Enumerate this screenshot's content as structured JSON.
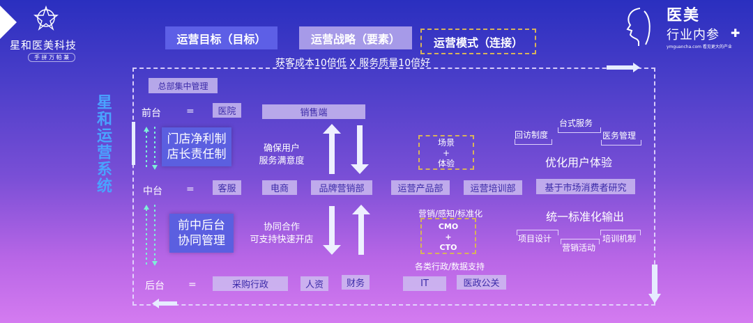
{
  "brand": {
    "name": "星和医美科技",
    "tagline": "手 拼 万 帕 兼"
  },
  "right_logo": {
    "line1": "医美",
    "line2": "行业内参",
    "plus": "✚",
    "url": "ymguancha.com 看见更大的产业"
  },
  "header_tabs": [
    {
      "label": "运营目标（目标）"
    },
    {
      "label": "运营战略（要素）"
    },
    {
      "label": "运营模式（连接）"
    }
  ],
  "slogan": "获客成本10倍低 X 服务质量10倍好",
  "vertical_title": "星和运营系统",
  "hq_label": "总部集中管理",
  "rows": {
    "front": {
      "name": "前台",
      "eq": "="
    },
    "middle": {
      "name": "中台",
      "eq": "="
    },
    "back": {
      "name": "后台",
      "eq": "="
    }
  },
  "front_boxes": {
    "hospital": "医院",
    "sales": "销售端"
  },
  "middle_boxes": [
    "客服",
    "电商",
    "品牌营销部",
    "运营产品部",
    "运营培训部",
    "基于市场消费者研究"
  ],
  "back_boxes": [
    "采购行政",
    "人资",
    "财务",
    "IT",
    "医政公关"
  ],
  "blue_cards": {
    "top": {
      "line1": "门店净利制",
      "line2": "店长责任制"
    },
    "bottom": {
      "line1": "前中后台",
      "line2": "协同管理"
    }
  },
  "notes": {
    "ensure_line1": "确保用户",
    "ensure_line2": "服务满意度",
    "coop_line1": "协同合作",
    "coop_line2": "可支持快速开店"
  },
  "scene_box": {
    "line1": "场景",
    "line2": "+",
    "line3": "体验"
  },
  "cmo_box": {
    "title": "营销/感知/标准化",
    "line1": "CMO",
    "line2": "+",
    "line3": "CTO",
    "footer": "各类行政/数据支持"
  },
  "experience": {
    "items": [
      "回访制度",
      "台式服务",
      "医务管理"
    ],
    "title": "优化用户体验"
  },
  "standard": {
    "title": "统一标准化输出",
    "items": [
      "项目设计",
      "营销活动",
      "培训机制"
    ]
  }
}
